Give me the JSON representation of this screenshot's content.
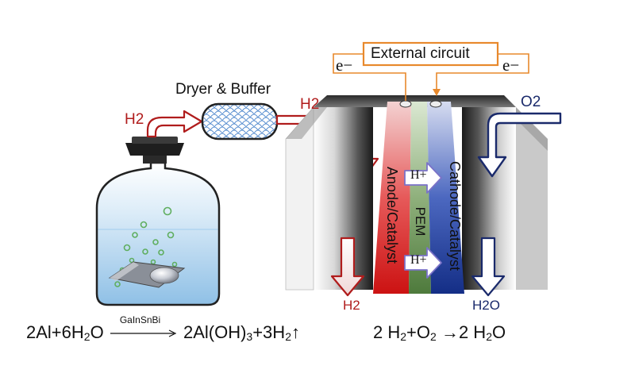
{
  "diagram": {
    "labels": {
      "h2_left": "H2",
      "dryer_buffer": "Dryer & Buffer",
      "h2_top": "H2",
      "external_circuit": "External circuit",
      "electron_left": "e−",
      "electron_right": "e−",
      "o2": "O2",
      "anode": "Anode/Catalyst",
      "pem": "PEM",
      "cathode": "Cathode/Catalyst",
      "proton_top": "H+",
      "proton_bottom": "H+",
      "h2_out": "H2",
      "h2o_out": "H2O"
    },
    "equations": {
      "reaction1_left": "2Al+6H",
      "reaction1_left_sub": "2",
      "reaction1_left_tail": "O",
      "catalyst": "GaInSnBi",
      "reaction1_right": "2Al(OH)",
      "reaction1_right_sub1": "3",
      "reaction1_right_mid": "+3H",
      "reaction1_right_sub2": "2",
      "reaction1_right_tail": "↑",
      "reaction2_a": "2 H",
      "reaction2_a_sub": "2",
      "reaction2_b": "+O",
      "reaction2_b_sub": "2",
      "reaction2_arrow": "→",
      "reaction2_c": "2 H",
      "reaction2_c_sub": "2",
      "reaction2_d": "O"
    },
    "colors": {
      "hydrogen_red": "#b01c1c",
      "oxygen_navy": "#1a2a6b",
      "circuit_orange": "#e8892c",
      "anode_red": "#d42020",
      "pem_green": "#5e8a4a",
      "cathode_blue": "#1e3c96",
      "water_blue": "#9cc8ea"
    }
  }
}
